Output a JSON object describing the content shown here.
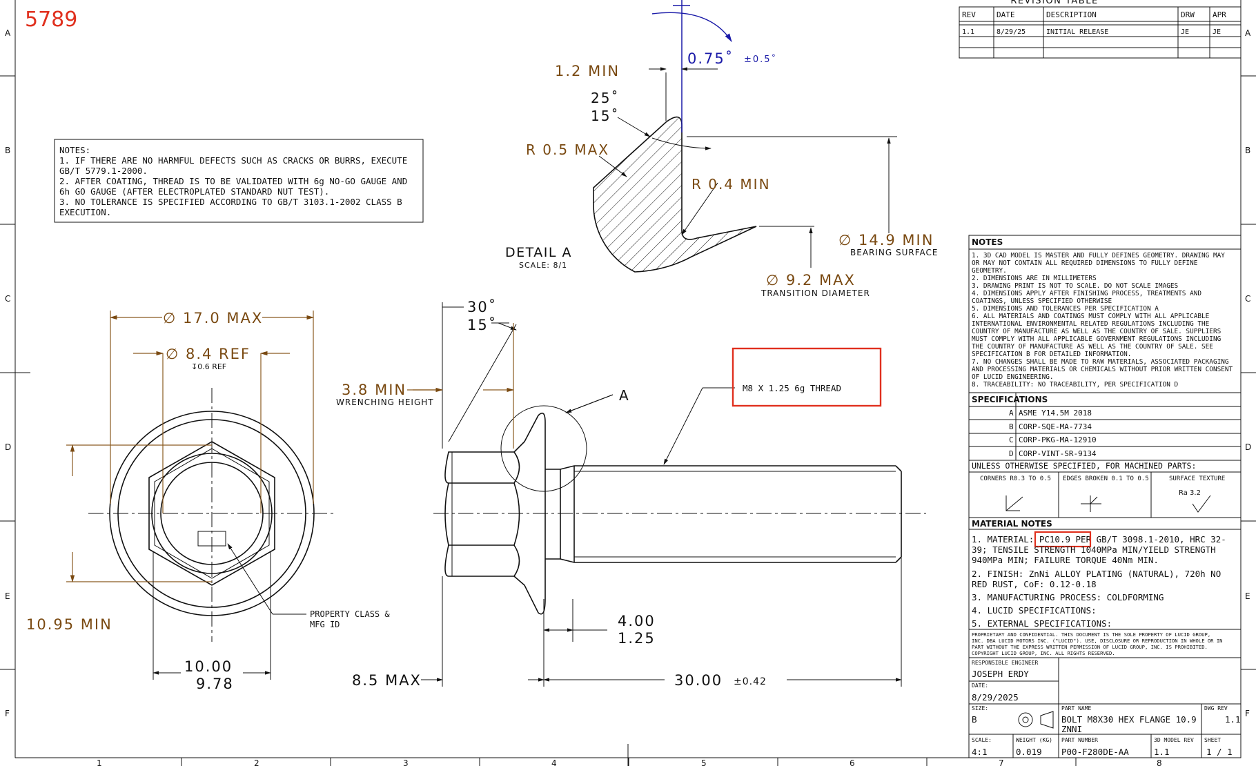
{
  "id_label": "5789",
  "colors": {
    "dimension": "#7a4a12",
    "angle_blue": "#1a1aa8",
    "highlight": "#e0301e",
    "line": "#111111"
  },
  "grid": {
    "rows": [
      "A",
      "B",
      "C",
      "D",
      "E",
      "F"
    ],
    "cols": [
      "1",
      "2",
      "3",
      "4",
      "5",
      "6",
      "7",
      "8"
    ]
  },
  "revision_table": {
    "title": "REVISION TABLE",
    "headers": [
      "REV",
      "DATE",
      "DESCRIPTION",
      "DRW",
      "APR"
    ],
    "rows": [
      [
        "1.1",
        "8/29/25",
        "INITIAL RELEASE",
        "JE",
        "JE"
      ]
    ]
  },
  "notes_left": {
    "title": "NOTES:",
    "lines": [
      "1. IF THERE ARE NO HARMFUL DEFECTS SUCH AS CRACKS OR BURRS, EXECUTE",
      "GB/T 5779.1-2000.",
      "2. AFTER COATING, THREAD IS TO BE VALIDATED WITH 6g NO-GO GAUGE AND",
      "6h GO GAUGE (AFTER ELECTROPLATED STANDARD NUT TEST).",
      "3. NO TOLERANCE IS SPECIFIED ACCORDING TO GB/T 3103.1-2002 CLASS B",
      "EXECUTION."
    ]
  },
  "detail_a": {
    "title": "DETAIL A",
    "scale": "SCALE: 8/1",
    "dims": {
      "min_1_2": "1.2 MIN",
      "angle_0_75": "0.75˚",
      "angle_tol": "±0.5˚",
      "ang_25": "25˚",
      "ang_15": "15˚",
      "r05": "R 0.5 MAX",
      "r04": "R 0.4 MIN",
      "d149": "∅ 14.9 MIN",
      "d149_sub": "BEARING SURFACE",
      "d92": "∅ 9.2 MAX",
      "d92_sub": "TRANSITION DIAMETER"
    }
  },
  "end_view": {
    "d17": "∅ 17.0 MAX",
    "d84": "∅ 8.4 REF",
    "d84_sub": "↧0.6 REF",
    "min1095": "10.95 MIN",
    "w1000": "10.00",
    "w978": "9.78",
    "callout": [
      "PROPERTY CLASS &",
      "MFG ID"
    ]
  },
  "side_view": {
    "ang30": "30˚",
    "ang15": "15˚",
    "wrench": "3.8 MIN",
    "wrench_sub": "WRENCHING HEIGHT",
    "detail_label": "A",
    "thread": "M8 X 1.25 6g THREAD",
    "d400": "4.00",
    "d125": "1.25",
    "max85": "8.5 MAX",
    "len30": "30.00",
    "len_tol": "±0.42"
  },
  "notes_right": {
    "title": "NOTES",
    "lines": [
      "1. 3D CAD MODEL IS MASTER AND FULLY DEFINES GEOMETRY. DRAWING MAY",
      "OR MAY NOT CONTAIN ALL REQUIRED DIMENSIONS TO FULLY DEFINE",
      "GEOMETRY.",
      "2. DIMENSIONS ARE IN MILLIMETERS",
      "3. DRAWING PRINT IS NOT TO SCALE. DO NOT SCALE IMAGES",
      "4. DIMENSIONS APPLY AFTER FINISHING PROCESS, TREATMENTS AND",
      "COATINGS, UNLESS SPECIFIED OTHERWISE",
      "5. DIMENSIONS AND TOLERANCES PER SPECIFICATION A",
      "6. ALL MATERIALS AND COATINGS MUST COMPLY WITH ALL APPLICABLE",
      "INTERNATIONAL ENVIRONMENTAL RELATED REGULATIONS INCLUDING THE",
      "COUNTRY OF MANUFACTURE AS WELL AS THE COUNTRY OF SALE. SUPPLIERS",
      "MUST COMPLY WITH ALL APPLICABLE GOVERNMENT REGULATIONS INCLUDING",
      "THE COUNTRY OF MANUFACTURE AS WELL AS THE COUNTRY OF SALE. SEE",
      "SPECIFICATION B FOR DETAILED INFORMATION.",
      "7. NO CHANGES SHALL BE MADE TO RAW MATERIALS, ASSOCIATED PACKAGING",
      "AND PROCESSING MATERIALS OR CHEMICALS WITHOUT PRIOR WRITTEN CONSENT",
      "OF LUCID ENGINEERING.",
      "8. TRACEABILITY: NO TRACEABILITY, PER SPECIFICATION D"
    ]
  },
  "specifications": {
    "title": "SPECIFICATIONS",
    "rows": [
      [
        "A",
        "ASME Y14.5M 2018"
      ],
      [
        "B",
        "CORP-SQE-MA-7734"
      ],
      [
        "C",
        "CORP-PKG-MA-12910"
      ],
      [
        "D",
        "CORP-VINT-SR-9134"
      ]
    ]
  },
  "machined": {
    "title": "UNLESS OTHERWISE SPECIFIED, FOR MACHINED PARTS:",
    "cols": [
      "CORNERS R0.3 TO 0.5",
      "EDGES BROKEN 0.1 TO 0.5",
      "SURFACE TEXTURE"
    ],
    "ra": "Ra 3.2"
  },
  "material_notes": {
    "title": "MATERIAL NOTES",
    "l1_pre": "1. MATERIAL: ",
    "l1_hl": "PC10.9 PER",
    "l1_post": " GB/T 3098.1-2010, HRC 32-",
    "lines": [
      "39; TENSILE STRENGTH 1040MPa MIN/YIELD STRENGTH",
      "940MPa MIN; FAILURE TORQUE 40Nm MIN.",
      "2. FINISH: ZnNi ALLOY PLATING (NATURAL), 720h NO",
      "RED RUST, CoF: 0.12-0.18",
      "3. MANUFACTURING PROCESS: COLDFORMING",
      "4. LUCID SPECIFICATIONS:",
      "5. EXTERNAL SPECIFICATIONS:"
    ]
  },
  "proprietary": [
    "PROPRIETARY AND CONFIDENTIAL. THIS DOCUMENT IS THE SOLE PROPERTY OF LUCID GROUP,",
    "INC. DBA LUCID MOTORS INC. (\"LUCID\"). USE, DISCLOSURE OR REPRODUCTION IN WHOLE OR IN",
    "PART WITHOUT THE EXPRESS WRITTEN PERMISSION OF LUCID GROUP, INC. IS PROHIBITED.",
    "COPYRIGHT LUCID GROUP, INC. ALL RIGHTS RESERVED."
  ],
  "title_block": {
    "resp_label": "RESPONSIBLE ENGINEER",
    "resp_value": "JOSEPH ERDY",
    "date_label": "DATE:",
    "date_value": "8/29/2025",
    "size_label": "SIZE:",
    "size_value": "B",
    "part_name_label": "PART NAME",
    "part_name_1": "BOLT M8X30 HEX FLANGE 10.9",
    "part_name_2": "ZNNI",
    "dwg_rev_label": "DWG REV",
    "dwg_rev_value": "1.1",
    "scale_label": "SCALE:",
    "scale_value": "4:1",
    "weight_label": "WEIGHT (KG)",
    "weight_value": "0.019",
    "part_no_label": "PART NUMBER",
    "part_no_value": "P00-F280DE-AA",
    "model_rev_label": "3D MODEL REV",
    "model_rev_value": "1.1",
    "sheet_label": "SHEET",
    "sheet_value": "1 / 1"
  }
}
